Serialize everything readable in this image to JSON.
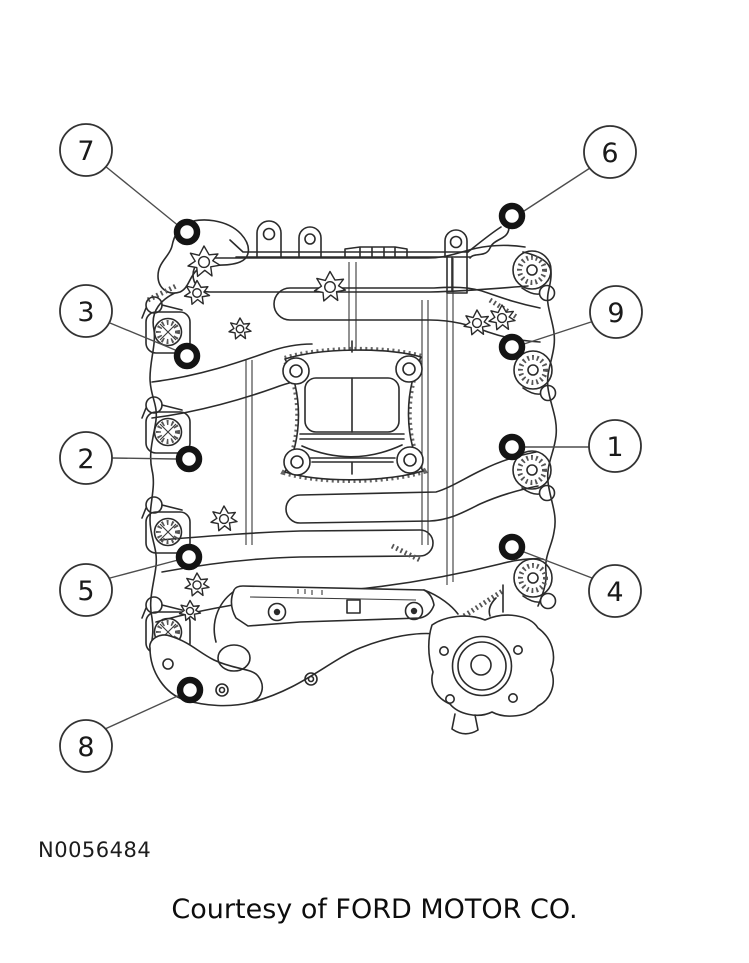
{
  "figure": {
    "reference_number": "N0056484",
    "caption": "Courtesy of FORD MOTOR CO.",
    "description": "Intake manifold bolt location diagram with numbered callouts",
    "callouts": [
      {
        "label": "1"
      },
      {
        "label": "2"
      },
      {
        "label": "3"
      },
      {
        "label": "4"
      },
      {
        "label": "5"
      },
      {
        "label": "6"
      },
      {
        "label": "7"
      },
      {
        "label": "8"
      },
      {
        "label": "9"
      }
    ],
    "colors": {
      "line": "#2b2b2b",
      "bolt_marker": "#141414",
      "background": "#ffffff",
      "text": "#111111"
    }
  }
}
